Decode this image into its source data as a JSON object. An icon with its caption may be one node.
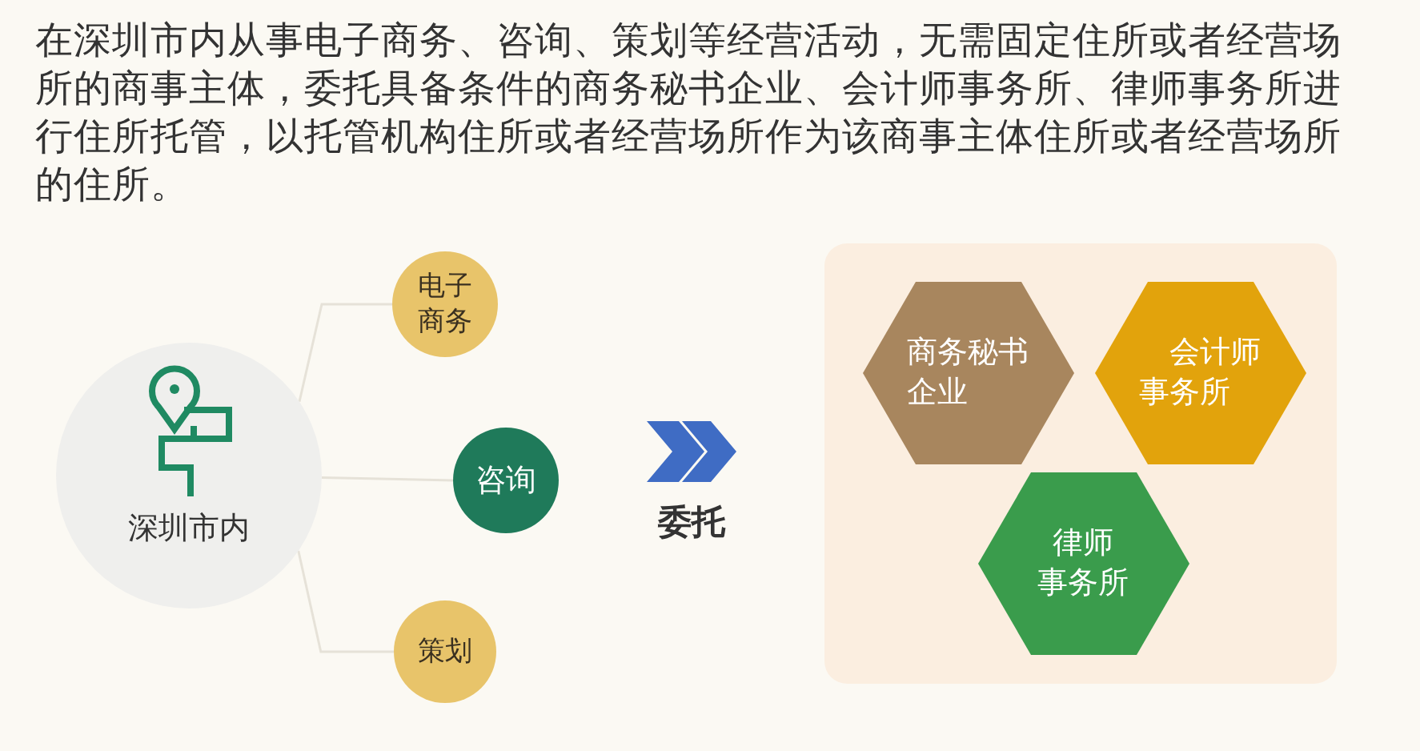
{
  "diagram": {
    "nodes": [
      {
        "text": [
          "深圳市内"
        ]
      },
      {
        "text": [
          "电子商务"
        ]
      },
      {
        "text": [
          "咨询"
        ]
      },
      {
        "text": [
          "策划"
        ]
      },
      {
        "text": [],
        "shape": "box"
      },
      {
        "text": [
          "商务秘书企业"
        ],
        "in": 4
      },
      {
        "text": [
          "会计师事务所"
        ],
        "in": 4
      },
      {
        "text": [
          "律师事务所"
        ],
        "in": 4
      }
    ],
    "edges": [
      {
        "from": 0,
        "to": 1,
        "arrow": "none"
      },
      {
        "from": 0,
        "to": 2,
        "arrow": "none"
      },
      {
        "from": 0,
        "to": 3,
        "arrow": "none"
      },
      {
        "from": 2,
        "to": 4,
        "arrow": "to",
        "label": "委托"
      }
    ],
    "labels": [
      "在深圳市内从事电子商务、咨询、策划等经营活动，无需固定住所或者经营场所的商事主体，委托具备条件的商务秘书企业、会计师事务所、律师事务所进行住所托管，以托管机构住所或者经营场所作为该商事主体住所或者经营场所的住所。"
    ]
  }
}
